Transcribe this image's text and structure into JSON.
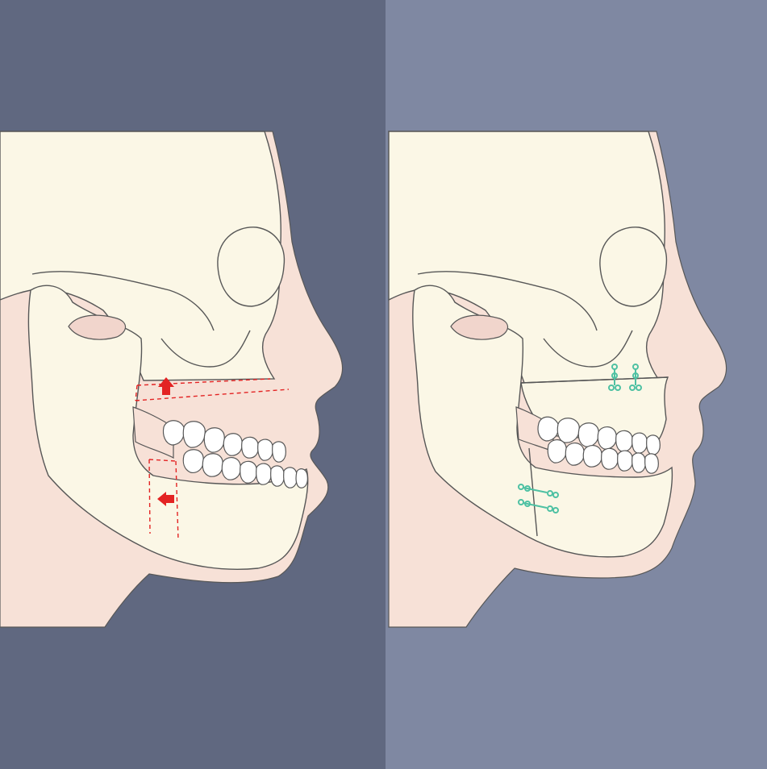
{
  "colors": {
    "before_background": "#606880",
    "after_background": "#7f88a2",
    "skin": "#f7e1d7",
    "bone": "#fbf7e6",
    "outline": "#575757",
    "cut_lines": "#e32323",
    "movement_arrows": "#e32323",
    "fixation_plates": "#4ec1a3"
  },
  "panels": [
    {
      "role": "before",
      "elements": [
        "skull-profile",
        "osteotomy-cut-lines",
        "movement-arrows"
      ]
    },
    {
      "role": "after",
      "elements": [
        "skull-profile",
        "fixation-plates"
      ]
    }
  ],
  "icons": [
    "arrow-up-icon",
    "arrow-left-icon",
    "fixation-plate-icon"
  ]
}
